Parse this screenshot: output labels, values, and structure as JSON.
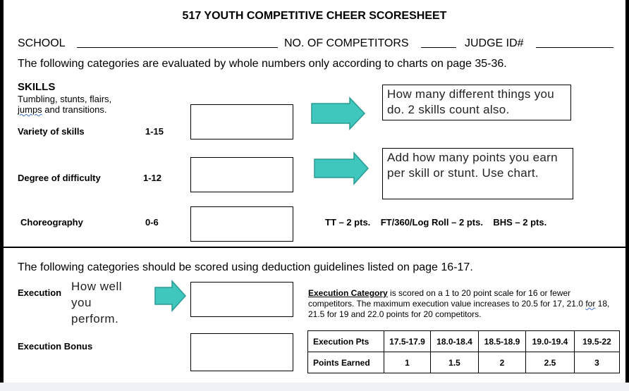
{
  "title": "517 YOUTH COMPETITIVE CHEER SCORESHEET",
  "header": {
    "school_label": "SCHOOL",
    "competitors_label": "NO. OF COMPETITORS",
    "judge_label": "JUDGE ID#"
  },
  "intro_text": "The following categories are evaluated by whole numbers only according to charts on page 35-36.",
  "skills": {
    "heading": "SKILLS",
    "subtitle_line1": "Tumbling, stunts, flairs,",
    "subtitle_word": "jumps",
    "subtitle_rest": " and transitions.",
    "items": [
      {
        "label": "Variety of skills",
        "range": "1-15"
      },
      {
        "label": "Degree of difficulty",
        "range": "1-12"
      },
      {
        "label": "Choreography",
        "range": "0-6"
      }
    ]
  },
  "callouts": {
    "variety": "How many different things you do.  2 skills count also.",
    "difficulty": "Add how many points you earn per skill or stunt.  Use chart.",
    "execution": "How well you perform."
  },
  "points_line": "TT – 2 pts.    FT/360/Log Roll – 2 pts.    BHS – 2 pts.",
  "deduction_text": "The following categories should be scored using deduction guidelines listed on page 16-17.",
  "execution": {
    "label": "Execution",
    "bonus_label": "Execution Bonus",
    "category_title": "Execution Category",
    "category_text_1": " is scored on a 1 to 20 point scale for 16 or fewer competitors.  The maximum execution value increases to 20.5 for 17, 21.0 ",
    "category_for": "for",
    "category_text_2": " 18, 21.5 for 19 and 22.0 points for 20 competitors."
  },
  "exec_table": {
    "row1_label": "Execution Pts",
    "row2_label": "Points Earned",
    "ranges": [
      "17.5-17.9",
      "18.0-18.4",
      "18.5-18.9",
      "19.0-19.4",
      "19.5-22"
    ],
    "points": [
      "1",
      "1.5",
      "2",
      "2.5",
      "3"
    ]
  },
  "colors": {
    "arrow_fill": "#3fc6bd",
    "arrow_stroke": "#2a9a92",
    "wavy_underline": "#3b6fd8"
  }
}
